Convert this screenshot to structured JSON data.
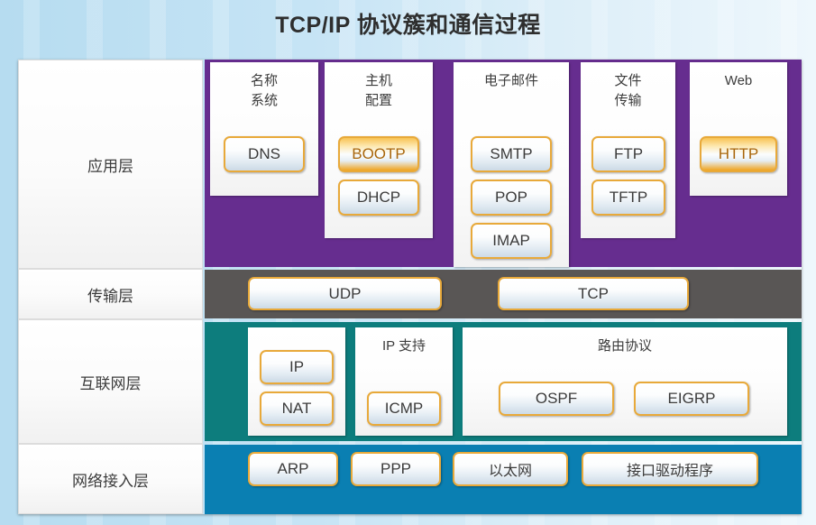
{
  "title": "TCP/IP 协议簇和通信过程",
  "colors": {
    "background": "#c6e4f5",
    "application_band": "#662d8f",
    "transport_band": "#595655",
    "internet_band": "#0d7d7d",
    "access_band": "#0a7fb2",
    "button_border": "#e8a93a",
    "highlight_fill": "#f0a41e",
    "highlight_text": "#a8650a",
    "title_text": "#2e2e2e"
  },
  "layers": [
    {
      "name": "application",
      "label": "应用层",
      "groups": [
        {
          "title": "名称\n系统",
          "title_lines": [
            "名称",
            "系统"
          ],
          "protocols": [
            {
              "label": "DNS",
              "highlighted": false
            }
          ]
        },
        {
          "title": "主机\n配置",
          "title_lines": [
            "主机",
            "配置"
          ],
          "protocols": [
            {
              "label": "BOOTP",
              "highlighted": true
            },
            {
              "label": "DHCP",
              "highlighted": false
            }
          ]
        },
        {
          "title": "电子邮件",
          "title_lines": [
            "电子邮件"
          ],
          "protocols": [
            {
              "label": "SMTP",
              "highlighted": false
            },
            {
              "label": "POP",
              "highlighted": false
            },
            {
              "label": "IMAP",
              "highlighted": false
            }
          ]
        },
        {
          "title": "文件\n传输",
          "title_lines": [
            "文件",
            "传输"
          ],
          "protocols": [
            {
              "label": "FTP",
              "highlighted": false
            },
            {
              "label": "TFTP",
              "highlighted": false
            }
          ]
        },
        {
          "title": "Web",
          "title_lines": [
            "Web"
          ],
          "protocols": [
            {
              "label": "HTTP",
              "highlighted": true
            }
          ]
        }
      ]
    },
    {
      "name": "transport",
      "label": "传输层",
      "protocols": [
        {
          "label": "UDP",
          "highlighted": false
        },
        {
          "label": "TCP",
          "highlighted": false
        }
      ]
    },
    {
      "name": "internet",
      "label": "互联网层",
      "groups": [
        {
          "title": "",
          "title_lines": [],
          "protocols": [
            {
              "label": "IP",
              "highlighted": false
            },
            {
              "label": "NAT",
              "highlighted": false
            }
          ]
        },
        {
          "title": "IP 支持",
          "title_lines": [
            "IP 支持"
          ],
          "protocols": [
            {
              "label": "ICMP",
              "highlighted": false
            }
          ]
        },
        {
          "title": "路由协议",
          "title_lines": [
            "路由协议"
          ],
          "protocols": [
            {
              "label": "OSPF",
              "highlighted": false
            },
            {
              "label": "EIGRP",
              "highlighted": false
            }
          ]
        }
      ]
    },
    {
      "name": "access",
      "label": "网络接入层",
      "protocols": [
        {
          "label": "ARP",
          "highlighted": false
        },
        {
          "label": "PPP",
          "highlighted": false
        },
        {
          "label": "以太网",
          "highlighted": false
        },
        {
          "label": "接口驱动程序",
          "highlighted": false
        }
      ]
    }
  ]
}
